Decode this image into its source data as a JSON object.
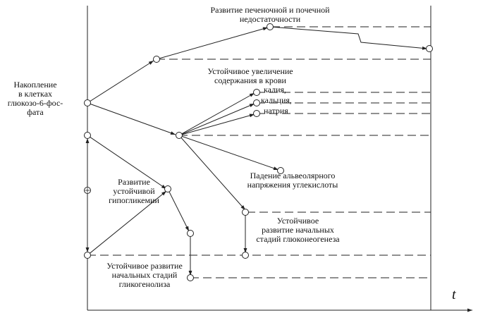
{
  "labels": {
    "hepatic_renal_l1": "Развитие печеночной и почечной",
    "hepatic_renal_l2": "недостаточности",
    "accumulation_l1": "Накопление",
    "accumulation_l2": "в клетках",
    "accumulation_l3": "глюкозо-6-фос-",
    "accumulation_l4": "фата",
    "blood_increase_l1": "Устойчивое увеличение",
    "blood_increase_l2": "содержания в крови",
    "potassium": "калия,",
    "calcium": "кальция,",
    "sodium": "натрия",
    "alveolar_l1": "Падение альвеолярного",
    "alveolar_l2": "напряжения углекислоты",
    "hypoglycemia_l1": "Развитие",
    "hypoglycemia_l2": "устойчивой",
    "hypoglycemia_l3": "гипогликемии",
    "gluconeogenesis_l1": "Устойчивое",
    "gluconeogenesis_l2": "развитие начальных",
    "gluconeogenesis_l3": "стадий глюконеогенеза",
    "glycogenolysis_l1": "Устойчивое развитие",
    "glycogenolysis_l2": "начальных стадий",
    "glycogenolysis_l3": "гликогенолиза",
    "time_axis": "t"
  },
  "colors": {
    "ink": "#222222",
    "background": "#ffffff"
  }
}
